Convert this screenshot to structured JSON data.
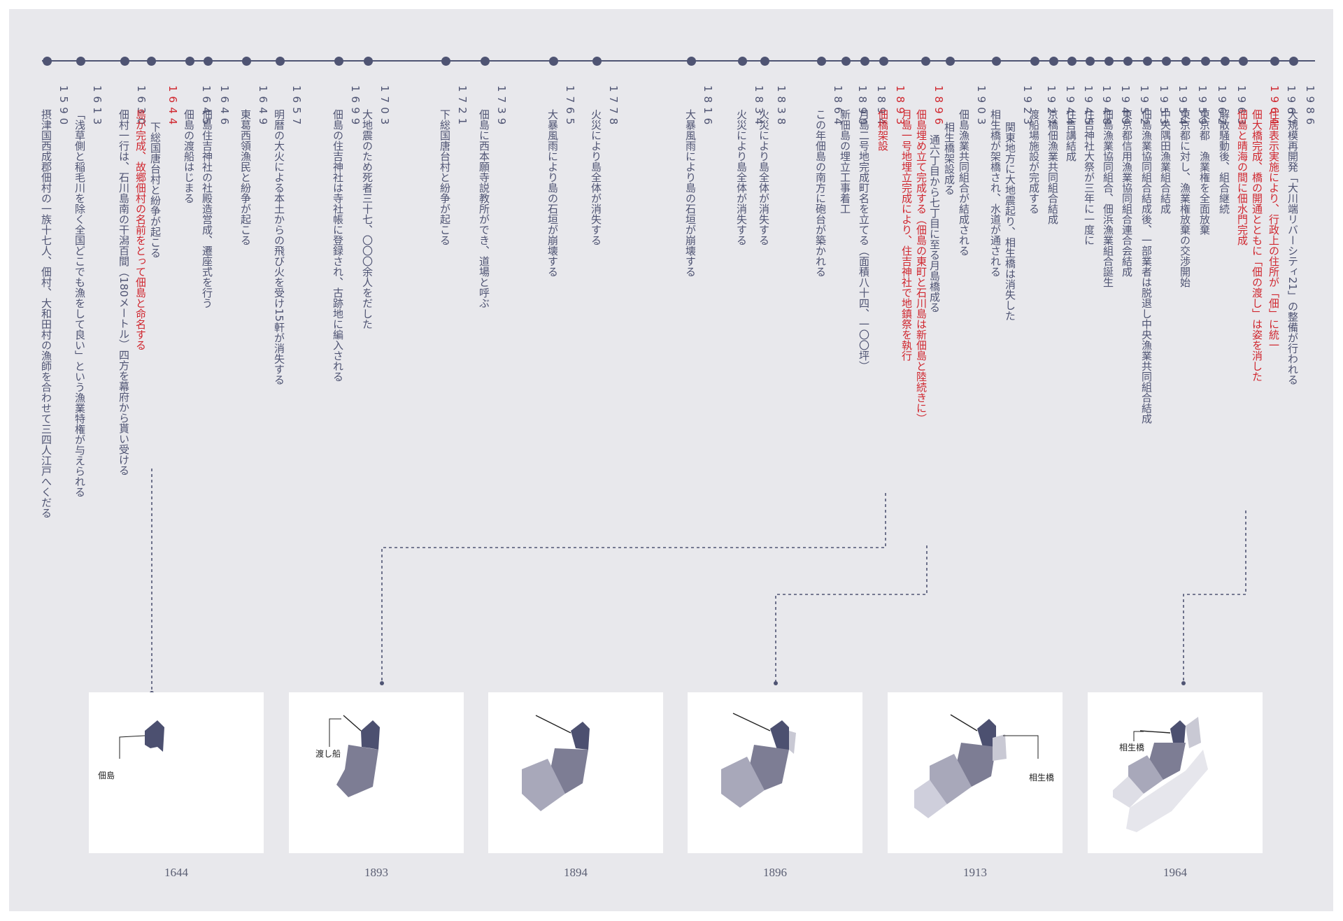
{
  "colors": {
    "ink": "#4f5473",
    "accent": "#d0272f",
    "panel_bg": "#ffffff",
    "frame_bg": "#e8e8ec"
  },
  "events": [
    {
      "year": "1590",
      "lines": [
        "摂津国西成郡佃村の一族十七人、佃村、大和田村の漁師を合わせて三四人江戸へくだる"
      ]
    },
    {
      "year": "1613",
      "lines": [
        "「浅草側と稲毛川を除く全国どこでも漁をして良い」という漁業特権が与えられる"
      ]
    },
    {
      "year": "1630",
      "lines": [
        "佃村一行は、石川島南の干潟百間（180メートル）四方を幕府から貰い受ける"
      ]
    },
    {
      "year": "1644",
      "highlight": true,
      "lines": [
        "下総国唐台村と紛争が起こる",
        "島が完成、故郷佃村の名前をとって佃島と命名する"
      ]
    },
    {
      "year": "1645",
      "lines": [
        "佃島の渡船はじまる"
      ]
    },
    {
      "year": "1646",
      "lines": [
        "佃島住吉神社の社殿造営成、遷座式を行う"
      ]
    },
    {
      "year": "1649",
      "lines": [
        "東葛西領漁民と紛争が起こる"
      ]
    },
    {
      "year": "1657",
      "lines": [
        "明暦の大火による本土からの飛び火を受け15軒が消失する"
      ]
    },
    {
      "year": "1699",
      "lines": [
        "佃島の住吉神社は寺社帳に登録され、古跡地に編入される"
      ]
    },
    {
      "year": "1703",
      "lines": [
        "大地震のため死者三十七、〇〇〇余人をだした"
      ]
    },
    {
      "year": "1721",
      "lines": [
        "下総国唐台村と紛争が起こる"
      ]
    },
    {
      "year": "1739",
      "lines": [
        "佃島に西本願寺説教所ができ、道場と呼ぶ"
      ]
    },
    {
      "year": "1765",
      "lines": [
        "大暴風雨により島の石垣が崩壊する"
      ]
    },
    {
      "year": "1778",
      "lines": [
        "火災により島全体が消失する"
      ]
    },
    {
      "year": "1816",
      "lines": [
        "大暴風雨により島の石垣が崩壊する"
      ]
    },
    {
      "year": "1834",
      "lines": [
        "火災により島全体が消失する"
      ]
    },
    {
      "year": "1838",
      "lines": [
        "火災により島全体が消失する"
      ]
    },
    {
      "year": "1864",
      "lines": [
        "この年佃島の南方に砲台が築かれる"
      ]
    },
    {
      "year": "1890",
      "lines": [
        "新佃島の埋立工事着工"
      ]
    },
    {
      "year": "1894",
      "lines": [
        "月島二号地完成町名を立てる（面積八十四、一〇〇坪）"
      ]
    },
    {
      "year": "1893",
      "highlight": true,
      "lines": [
        "佃橋架設"
      ]
    },
    {
      "year": "1896",
      "highlight": true,
      "lines": [
        "佃島埋め立て完成する（佃島の東町と石川島は新佃島と陸続きに）",
        "月島一号地埋立完成により、住吉神社で地鎮祭を執行"
      ]
    },
    {
      "year": "1903",
      "lines": [
        "佃島漁業共同組合が結成される",
        "相生橋架設成る",
        "通六丁目から七丁目に至る月島橋成る"
      ]
    },
    {
      "year": "1923",
      "lines": [
        "関東地方に大地震起り、相生橋は消失した",
        "相生橋が架橋され、水道が通される"
      ]
    },
    {
      "year": "1927",
      "lines": [
        "渡船場施設が完成する"
      ]
    },
    {
      "year": "1944",
      "lines": [
        "京橋佃漁業共同組合結成"
      ]
    },
    {
      "year": "1945",
      "lines": [
        "住吉講結成"
      ]
    },
    {
      "year": "1948",
      "lines": [
        "住吉神社大祭が三年に一度に"
      ]
    },
    {
      "year": "1949",
      "lines": [
        "佃島漁業協同組合、佃浜漁業組合誕生"
      ]
    },
    {
      "year": "1952",
      "lines": [
        "東京都信用漁業協同組合連合会結成"
      ]
    },
    {
      "year": "1953",
      "lines": [
        "佃島漁業協同組合結成後、一部業者は脱退し中央漁業共同組合結成"
      ]
    },
    {
      "year": "1954",
      "lines": [
        "中央隅田漁業組合結成"
      ]
    },
    {
      "year": "1959",
      "lines": [
        "東京都に対し、漁業権放棄の交渉開始"
      ]
    },
    {
      "year": "1962",
      "lines": [
        "東京都　漁業権を全面放棄"
      ]
    },
    {
      "year": "1963",
      "lines": [
        "解散騒動後、組合継続"
      ]
    },
    {
      "year": "1964",
      "highlight": true,
      "lines": [
        "佃大橋完成、橋の開通とともに「佃の渡し」は姿を消した",
        "佃島と晴海の間に佃水門完成"
      ]
    },
    {
      "year": "1967",
      "highlight": true,
      "lines": [
        "住居表示実施により、行政上の住所が「佃」に統一"
      ]
    },
    {
      "year": "1986",
      "lines": [
        "大規模再開発「大川端リバーシティ21」の整備が行われる"
      ]
    }
  ],
  "panels": [
    {
      "year": "1644",
      "label": "佃島"
    },
    {
      "year": "1893",
      "label": "渡し船"
    },
    {
      "year": "1894",
      "label": ""
    },
    {
      "year": "1896",
      "label": ""
    },
    {
      "year": "1913",
      "label": "相生橋"
    },
    {
      "year": "1964",
      "label": "相生橋"
    }
  ]
}
